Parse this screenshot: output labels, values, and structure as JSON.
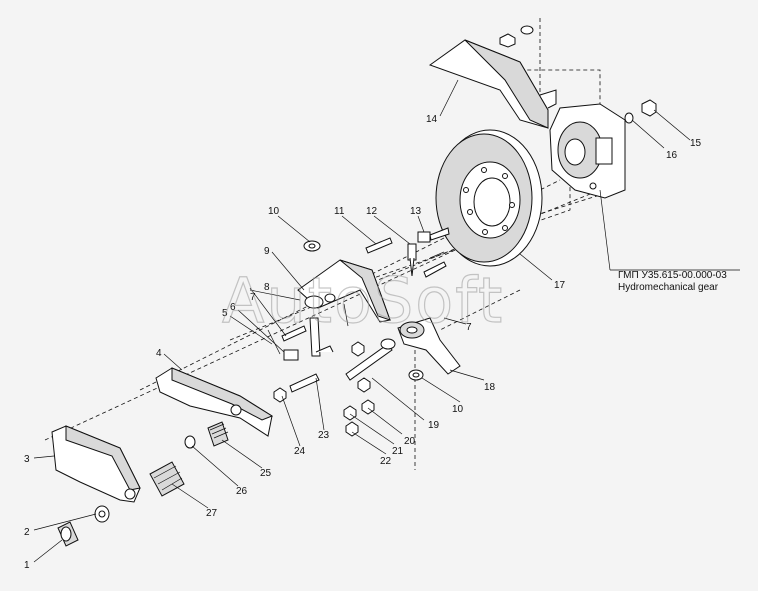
{
  "callouts": [
    "1",
    "2",
    "3",
    "4",
    "5",
    "6",
    "7",
    "8",
    "9",
    "10",
    "11",
    "12",
    "13",
    "14",
    "15",
    "16",
    "17",
    "18",
    "19",
    "20",
    "21",
    "22",
    "23",
    "24",
    "25",
    "26",
    "27"
  ],
  "callout_extra": {
    "ten_b": "10",
    "seven_b": "7"
  },
  "part_caption": {
    "code": "ГМП У35.615-00.000-03",
    "name": "Hydromechanical gear"
  },
  "watermark": "AutoSoft"
}
